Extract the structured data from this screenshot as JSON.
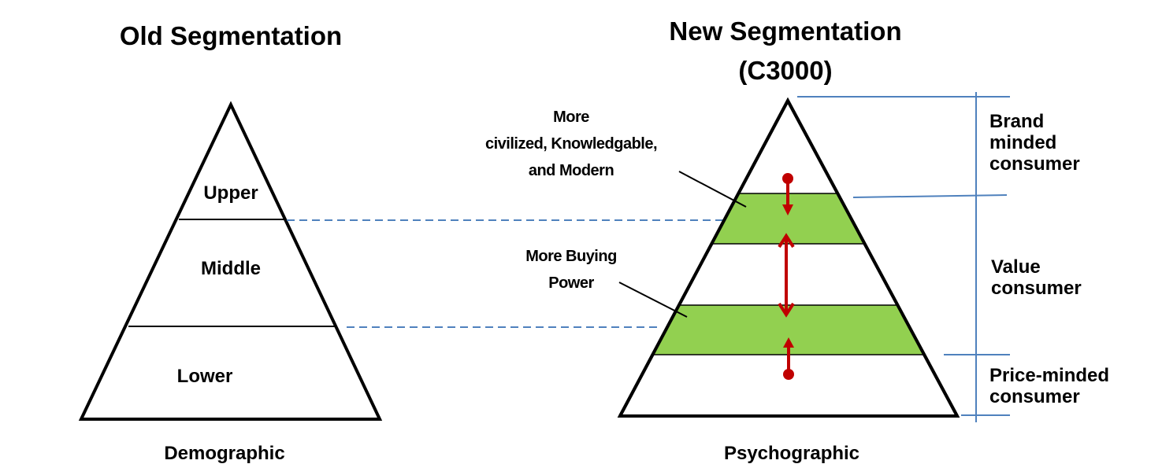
{
  "left": {
    "title": "Old Segmentation",
    "caption": "Demographic",
    "tiers": [
      "Upper",
      "Middle",
      "Lower"
    ]
  },
  "right": {
    "title_line1": "New Segmentation",
    "title_line2": "(C3000)",
    "caption": "Psychographic",
    "callouts": {
      "top": [
        "More",
        "civilized, Knowledgable,",
        "and Modern"
      ],
      "bottom": [
        "More Buying",
        "Power"
      ]
    },
    "side_labels": {
      "brand": [
        "Brand",
        "minded",
        "consumer"
      ],
      "value": [
        "Value",
        "consumer"
      ],
      "price": [
        "Price-minded",
        "consumer"
      ]
    }
  },
  "colors": {
    "band_green": "#92d050",
    "arrow_red": "#c00000",
    "guide_blue": "#4f81bd",
    "outline": "#000000"
  }
}
